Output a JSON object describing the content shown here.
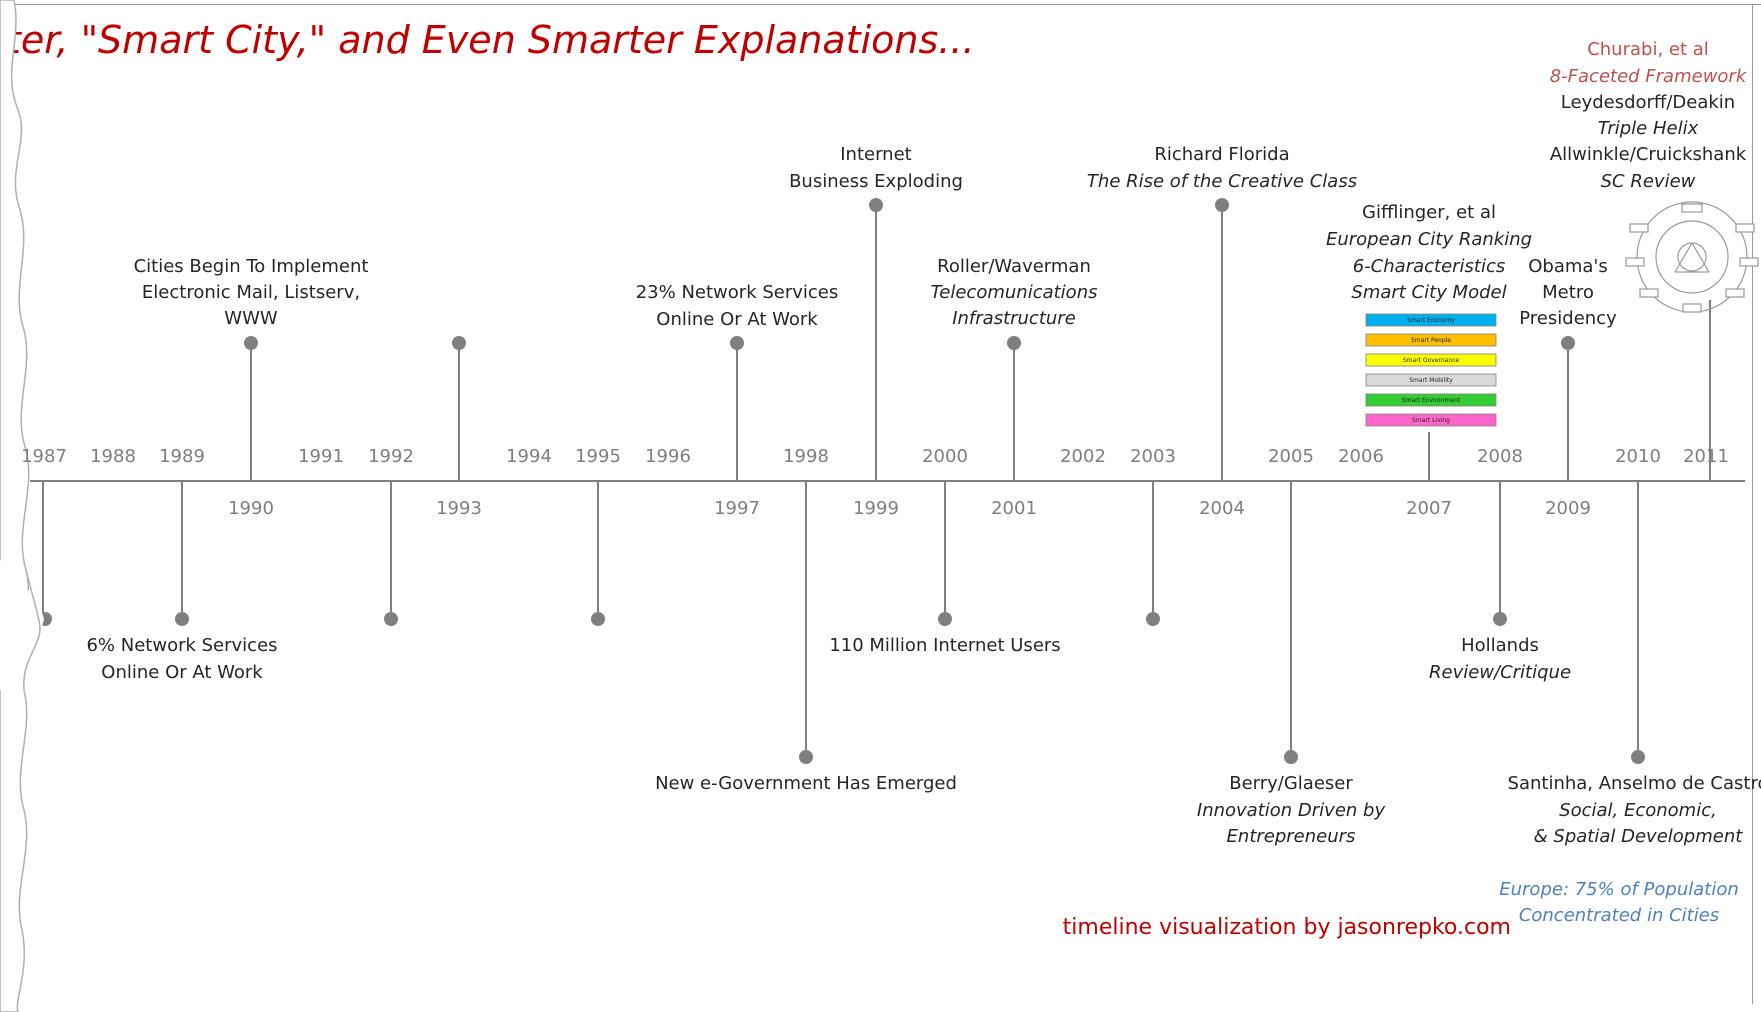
{
  "title": "ter, \"Smart City,\" and Even Smarter Explanations...",
  "credit": "timeline visualization by jasonrepko.com",
  "upper_years": [
    "1987",
    "1988",
    "1989",
    "1991",
    "1992",
    "1994",
    "1995",
    "1996",
    "1998",
    "2000",
    "2002",
    "2003",
    "2005",
    "2006",
    "2008",
    "2010",
    "2011"
  ],
  "lower_years": [
    "1990",
    "1993",
    "1997",
    "1999",
    "2001",
    "2004",
    "2007",
    "2009"
  ],
  "events": {
    "e1990": [
      "Cities Begin To Implement",
      "Electronic Mail, Listserv,",
      "WWW"
    ],
    "e1997": [
      "23% Network Services",
      "Online Or At Work"
    ],
    "e1999": [
      "Internet",
      "Business Exploding"
    ],
    "e2001": [
      "Roller/Waverman",
      "Telecomunications",
      "Infrastructure"
    ],
    "e2004": [
      "Richard Florida",
      "The Rise of the Creative Class"
    ],
    "e2007": [
      "Gifflinger, et al",
      "European City Ranking",
      "6-Characteristics",
      "Smart City Model"
    ],
    "e2009": [
      "Obama's",
      "Metro",
      "Presidency"
    ],
    "e2011": [
      "Churabi, et al",
      "8-Faceted Framework",
      "Leydesdorff/Deakin",
      "Triple Helix",
      "Allwinkle/Cruickshank",
      "SC Review"
    ],
    "e1989": [
      "6% Network Services",
      "Online Or At Work"
    ],
    "e2000": [
      "110 Million Internet Users"
    ],
    "e1998": [
      "New e-Government Has Emerged"
    ],
    "e2008": [
      "Hollands",
      "Review/Critique"
    ],
    "e2005": [
      "Berry/Glaeser",
      "Innovation Driven by",
      "Entrepreneurs"
    ],
    "e2010": [
      "Santinha,  Anselmo de Castro",
      "Social, Economic,",
      "& Spatial Development"
    ],
    "europe": [
      "Europe: 75% of Population",
      "Concentrated in Cities"
    ]
  },
  "smart_city_boxes": [
    "Smart Economy",
    "Smart People",
    "Smart Governance",
    "Smart Mobility",
    "Smart Environment",
    "Smart Living"
  ],
  "colors": {
    "title": "#c00000",
    "axis": "#7f7f7f",
    "text": "#262626",
    "year": "#7f7f7f",
    "churabi": "#c0504d",
    "europe": "#4f81bd",
    "boxes": [
      "#00b0f0",
      "#ffc000",
      "#ffff00",
      "#d9d9d9",
      "#33cc33",
      "#ff66cc"
    ]
  }
}
